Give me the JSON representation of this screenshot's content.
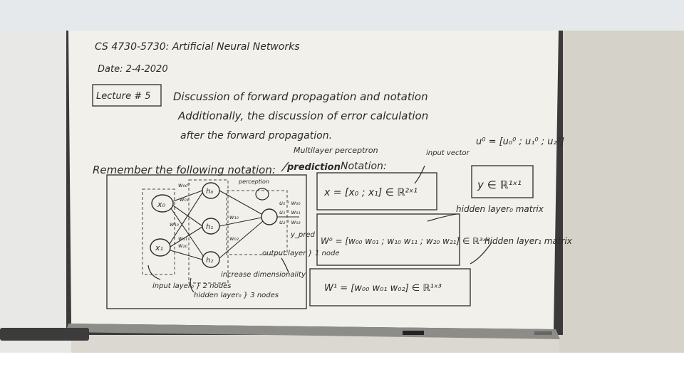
{
  "board": {
    "course": "CS 4730-5730: Artificial Neural Networks",
    "date": "Date: 2-4-2020",
    "lecture": "Lecture # 5",
    "topic_line1": "Discussion of forward propagation and notation",
    "topic_line2": "Additionally, the discussion of error calculation",
    "topic_line3": "after the forward propagation.",
    "remember": "Remember the following notation:",
    "multilayer": "Multilayer perceptron",
    "prediction": "prediction",
    "notation": "Notation:",
    "input_vector_label": "input vector",
    "u0_vector": "u⁰ = [u₀⁰ ; u₁⁰ ; u₂⁰]",
    "y_dim": "y ∈ ℝ¹ˣ¹",
    "x_vector": "x = [x₀ ; x₁] ∈ ℝ²ˣ¹",
    "w0_matrix": "W⁰ = [w₀₀ w₀₁ ; w₁₀ w₁₁ ; w₂₀ w₂₁] ∈ ℝ³ˣ²",
    "w1_matrix": "W¹ = [w₀₀ w₀₁ w₀₂] ∈ ℝ¹ˣ³",
    "hidden_layer_matrix_1": "hidden layer₀ matrix",
    "hidden_layer_matrix_2": "hidden layer₁ matrix",
    "input_layer": "input layer₀ } 2 nodes",
    "hidden_layer": "hidden layer₀ } 3 nodes",
    "output_layer": "output layer } 1 node",
    "increase_dim": "increase dimensionality"
  }
}
